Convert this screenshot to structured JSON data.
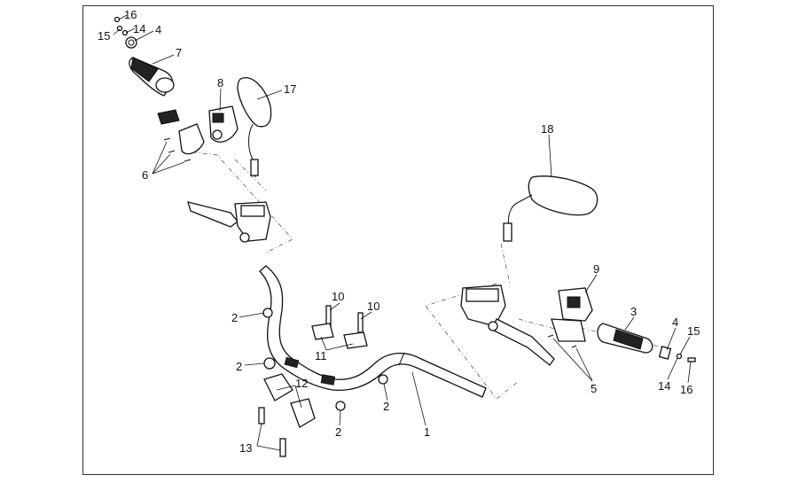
{
  "diagram": {
    "callouts": [
      {
        "id": "c16a",
        "text": "16"
      },
      {
        "id": "c15a",
        "text": "15"
      },
      {
        "id": "c14a",
        "text": "14"
      },
      {
        "id": "c4a",
        "text": "4"
      },
      {
        "id": "c7",
        "text": "7"
      },
      {
        "id": "c8",
        "text": "8"
      },
      {
        "id": "c17",
        "text": "17"
      },
      {
        "id": "c6",
        "text": "6"
      },
      {
        "id": "c18",
        "text": "18"
      },
      {
        "id": "c9",
        "text": "9"
      },
      {
        "id": "c3",
        "text": "3"
      },
      {
        "id": "c4b",
        "text": "4"
      },
      {
        "id": "c15b",
        "text": "15"
      },
      {
        "id": "c14b",
        "text": "14"
      },
      {
        "id": "c16b",
        "text": "16"
      },
      {
        "id": "c5",
        "text": "5"
      },
      {
        "id": "c10a",
        "text": "10"
      },
      {
        "id": "c10b",
        "text": "10"
      },
      {
        "id": "c11",
        "text": "11"
      },
      {
        "id": "c2a",
        "text": "2"
      },
      {
        "id": "c2b",
        "text": "2"
      },
      {
        "id": "c2c",
        "text": "2"
      },
      {
        "id": "c2d",
        "text": "2"
      },
      {
        "id": "c12",
        "text": "12"
      },
      {
        "id": "c13",
        "text": "13"
      },
      {
        "id": "c1",
        "text": "1"
      }
    ]
  }
}
